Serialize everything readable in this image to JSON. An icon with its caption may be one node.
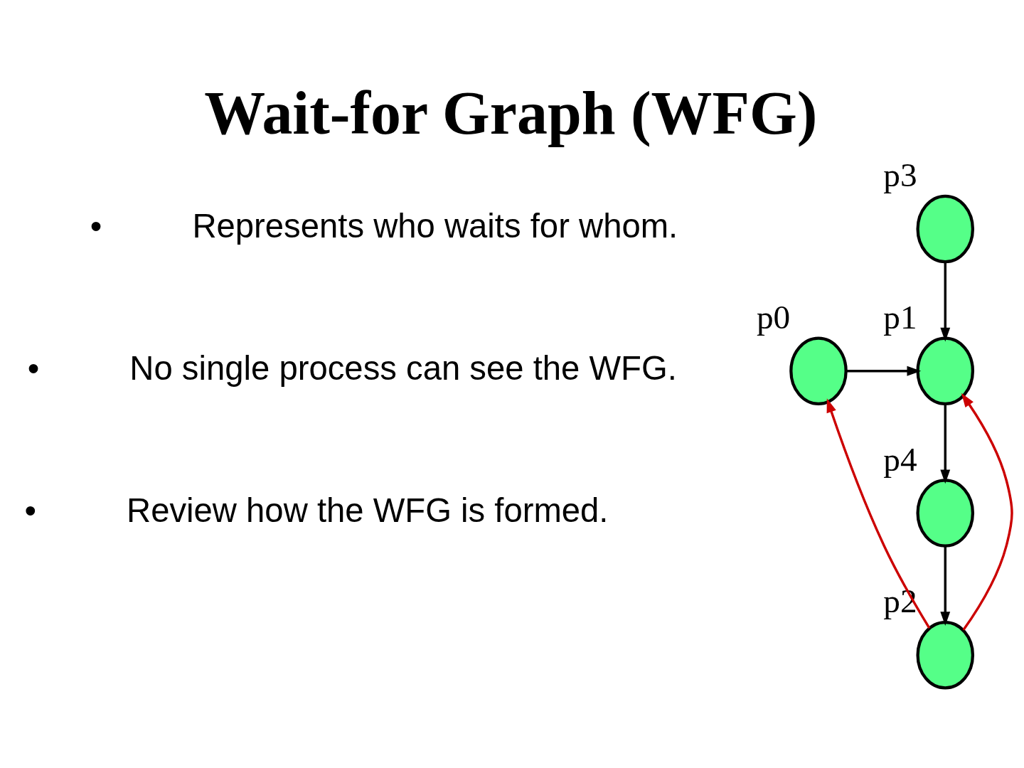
{
  "diagram": {
    "title": "Wait-for Graph (WFG)",
    "nodes": [
      {
        "text": [
          "p0"
        ]
      },
      {
        "text": [
          "p1"
        ]
      },
      {
        "text": [
          "p3"
        ]
      },
      {
        "text": [
          "p2"
        ]
      },
      {
        "text": [
          "p4"
        ]
      }
    ],
    "edges": [
      {
        "from": 0,
        "to": 1,
        "arrow": "to"
      },
      {
        "from": 3,
        "to": 0,
        "arrow": "to",
        "color": "#cc0000"
      },
      {
        "from": 3,
        "to": 1,
        "arrow": "to",
        "color": "#cc0000"
      },
      {
        "from": 2,
        "to": 1,
        "arrow": "to"
      },
      {
        "from": 1,
        "to": 4,
        "arrow": "to"
      },
      {
        "from": 4,
        "to": 3,
        "arrow": "to"
      }
    ],
    "labels": [
      "•",
      "Represents who waits for whom.",
      "•",
      "No single process can see the WFG.",
      "•",
      "Review how the WFG is formed."
    ]
  }
}
